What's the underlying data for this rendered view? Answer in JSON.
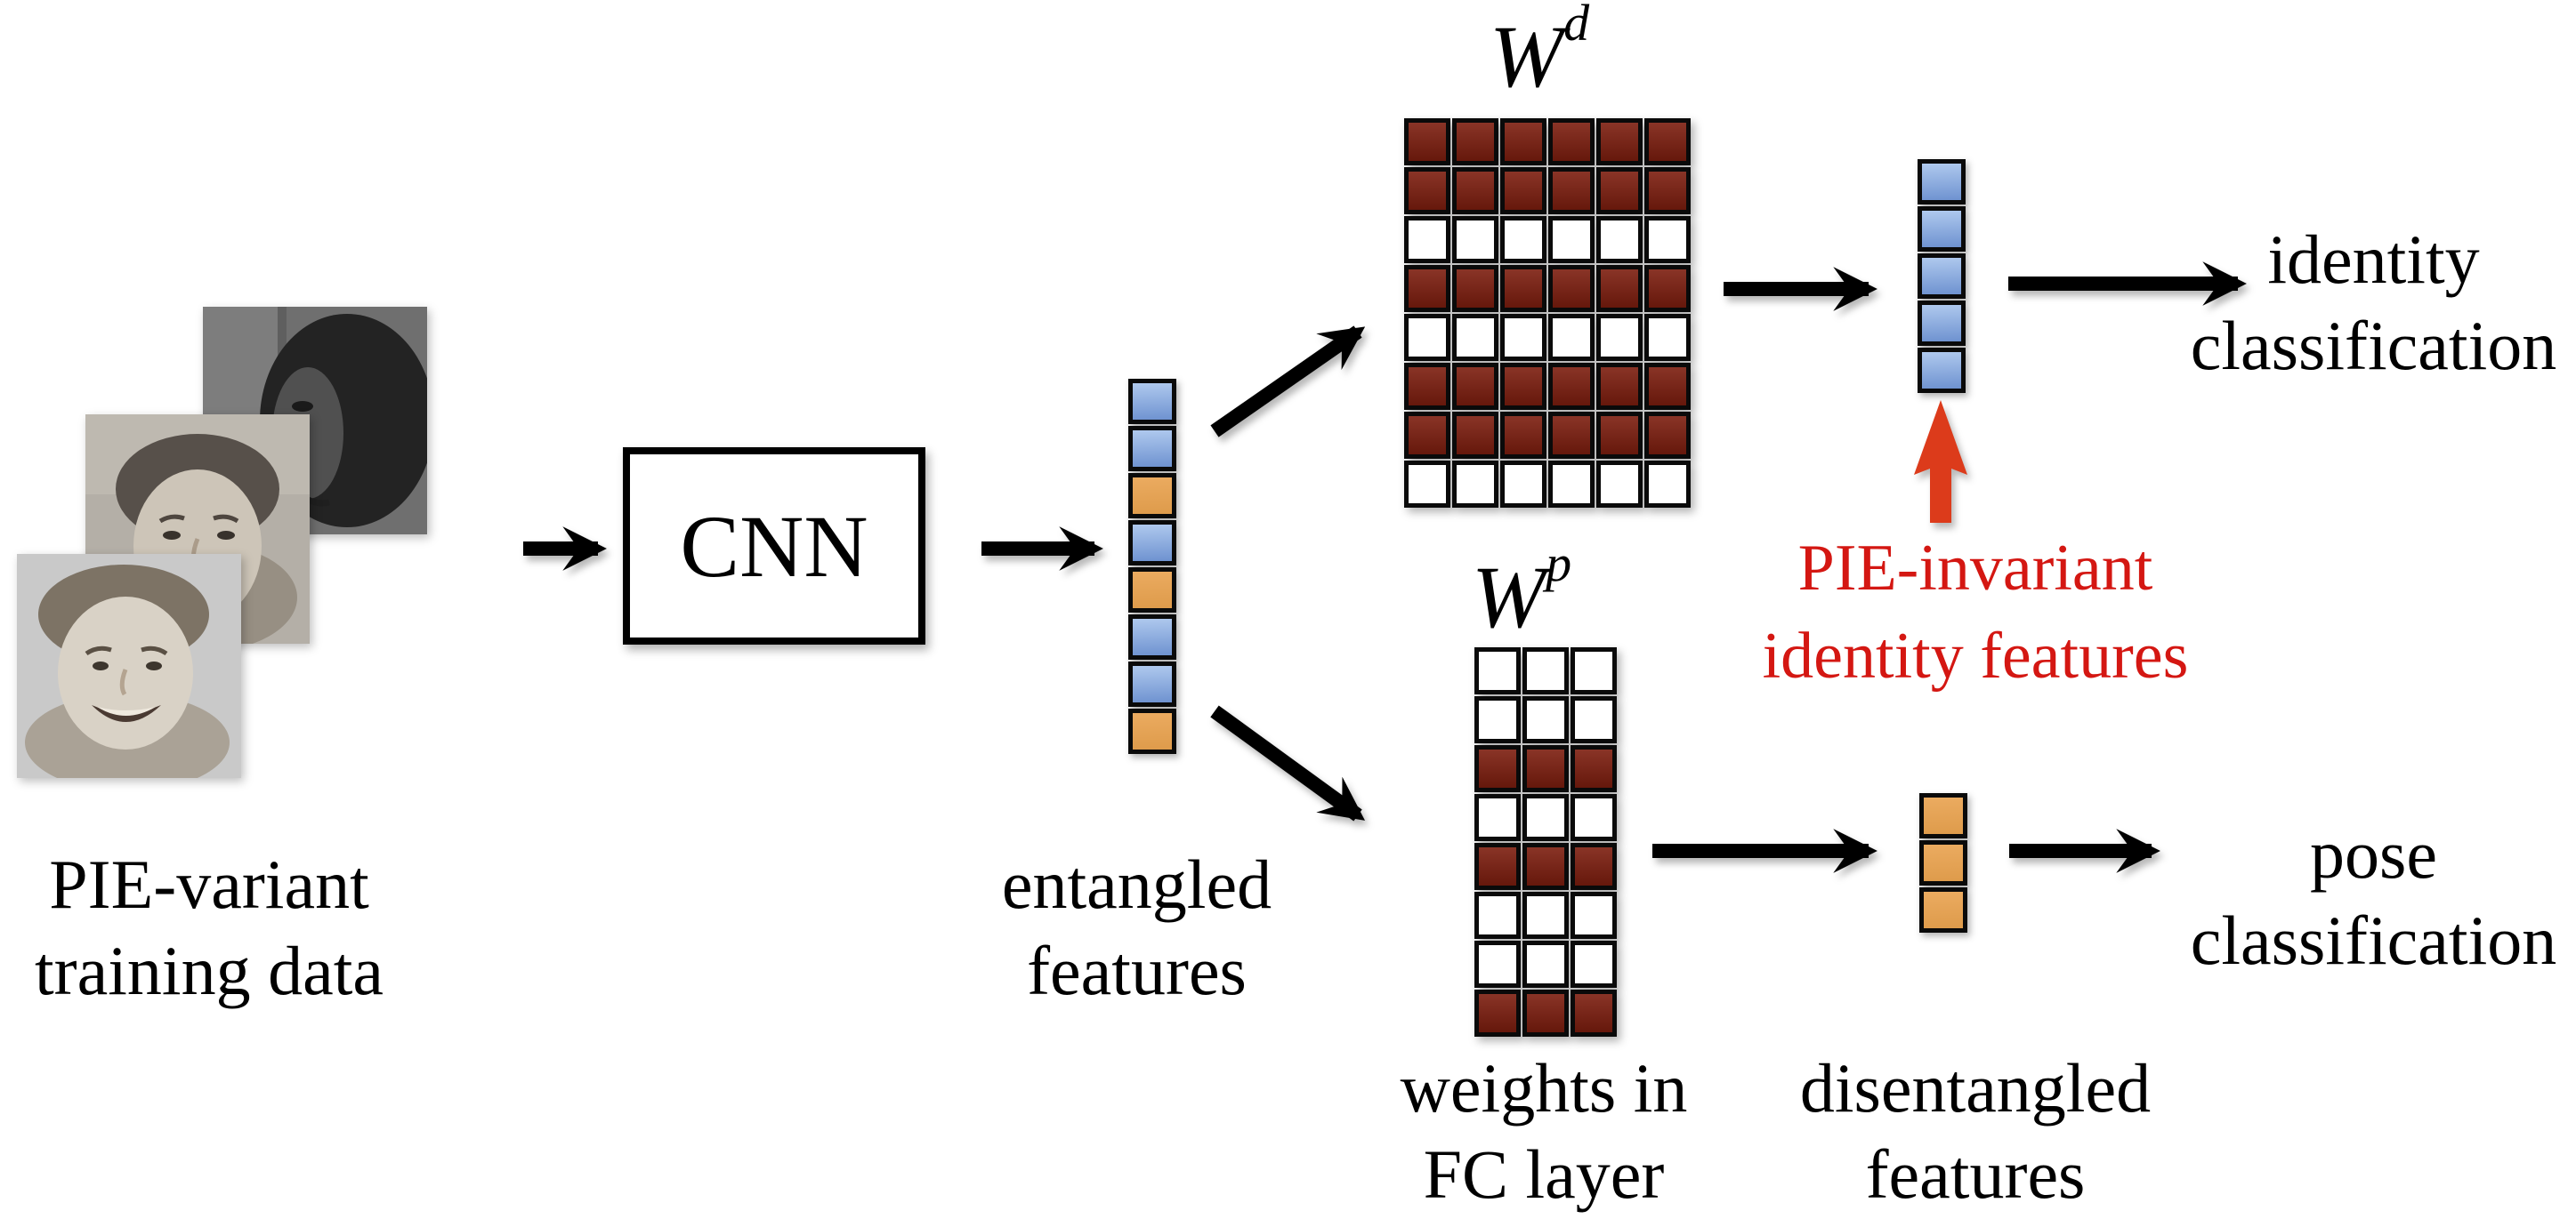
{
  "colors": {
    "background": "#FFFFFF",
    "arrow_black": "#000000",
    "cell_border": "#0A0A0A",
    "identity_weight_fill": "#7C1D0E",
    "blue_feature_top": "#AFC9EE",
    "blue_feature_bottom": "#6E92D0",
    "orange_feature_top": "#EBAB60",
    "orange_feature_bottom": "#DE9B4B",
    "red_arrow": "#DC3B1B",
    "red_text": "#D41712"
  },
  "labels": {
    "training_data": {
      "line1": "PIE-variant",
      "line2": "training data"
    },
    "cnn": "CNN",
    "entangled": {
      "line1": "entangled",
      "line2": "features"
    },
    "wd": {
      "base": "W",
      "sup": "d"
    },
    "wp": {
      "base": "W",
      "sup": "p"
    },
    "identity_classification": {
      "line1": "identity",
      "line2": "classification"
    },
    "pose_classification": {
      "line1": "pose",
      "line2": "classification"
    },
    "pie_invariant": {
      "line1": "PIE-invariant",
      "line2": "identity features"
    },
    "weights_fc": {
      "line1": "weights in",
      "line2": "FC layer"
    },
    "disentangled": {
      "line1": "disentangled",
      "line2": "features"
    }
  },
  "vectors": {
    "entangled": [
      "blue",
      "blue",
      "orange",
      "blue",
      "orange",
      "blue",
      "blue",
      "orange"
    ],
    "identity": [
      "blue",
      "blue",
      "blue",
      "blue",
      "blue"
    ],
    "pose": [
      "orange",
      "orange",
      "orange"
    ]
  },
  "matrices": {
    "wd": {
      "rows": 8,
      "cols": 6,
      "row_pattern": [
        "dark",
        "dark",
        "white",
        "dark",
        "white",
        "dark",
        "dark",
        "white"
      ]
    },
    "wp": {
      "rows": 8,
      "cols": 3,
      "row_pattern": [
        "white",
        "white",
        "dark",
        "white",
        "dark",
        "white",
        "white",
        "dark"
      ]
    }
  }
}
